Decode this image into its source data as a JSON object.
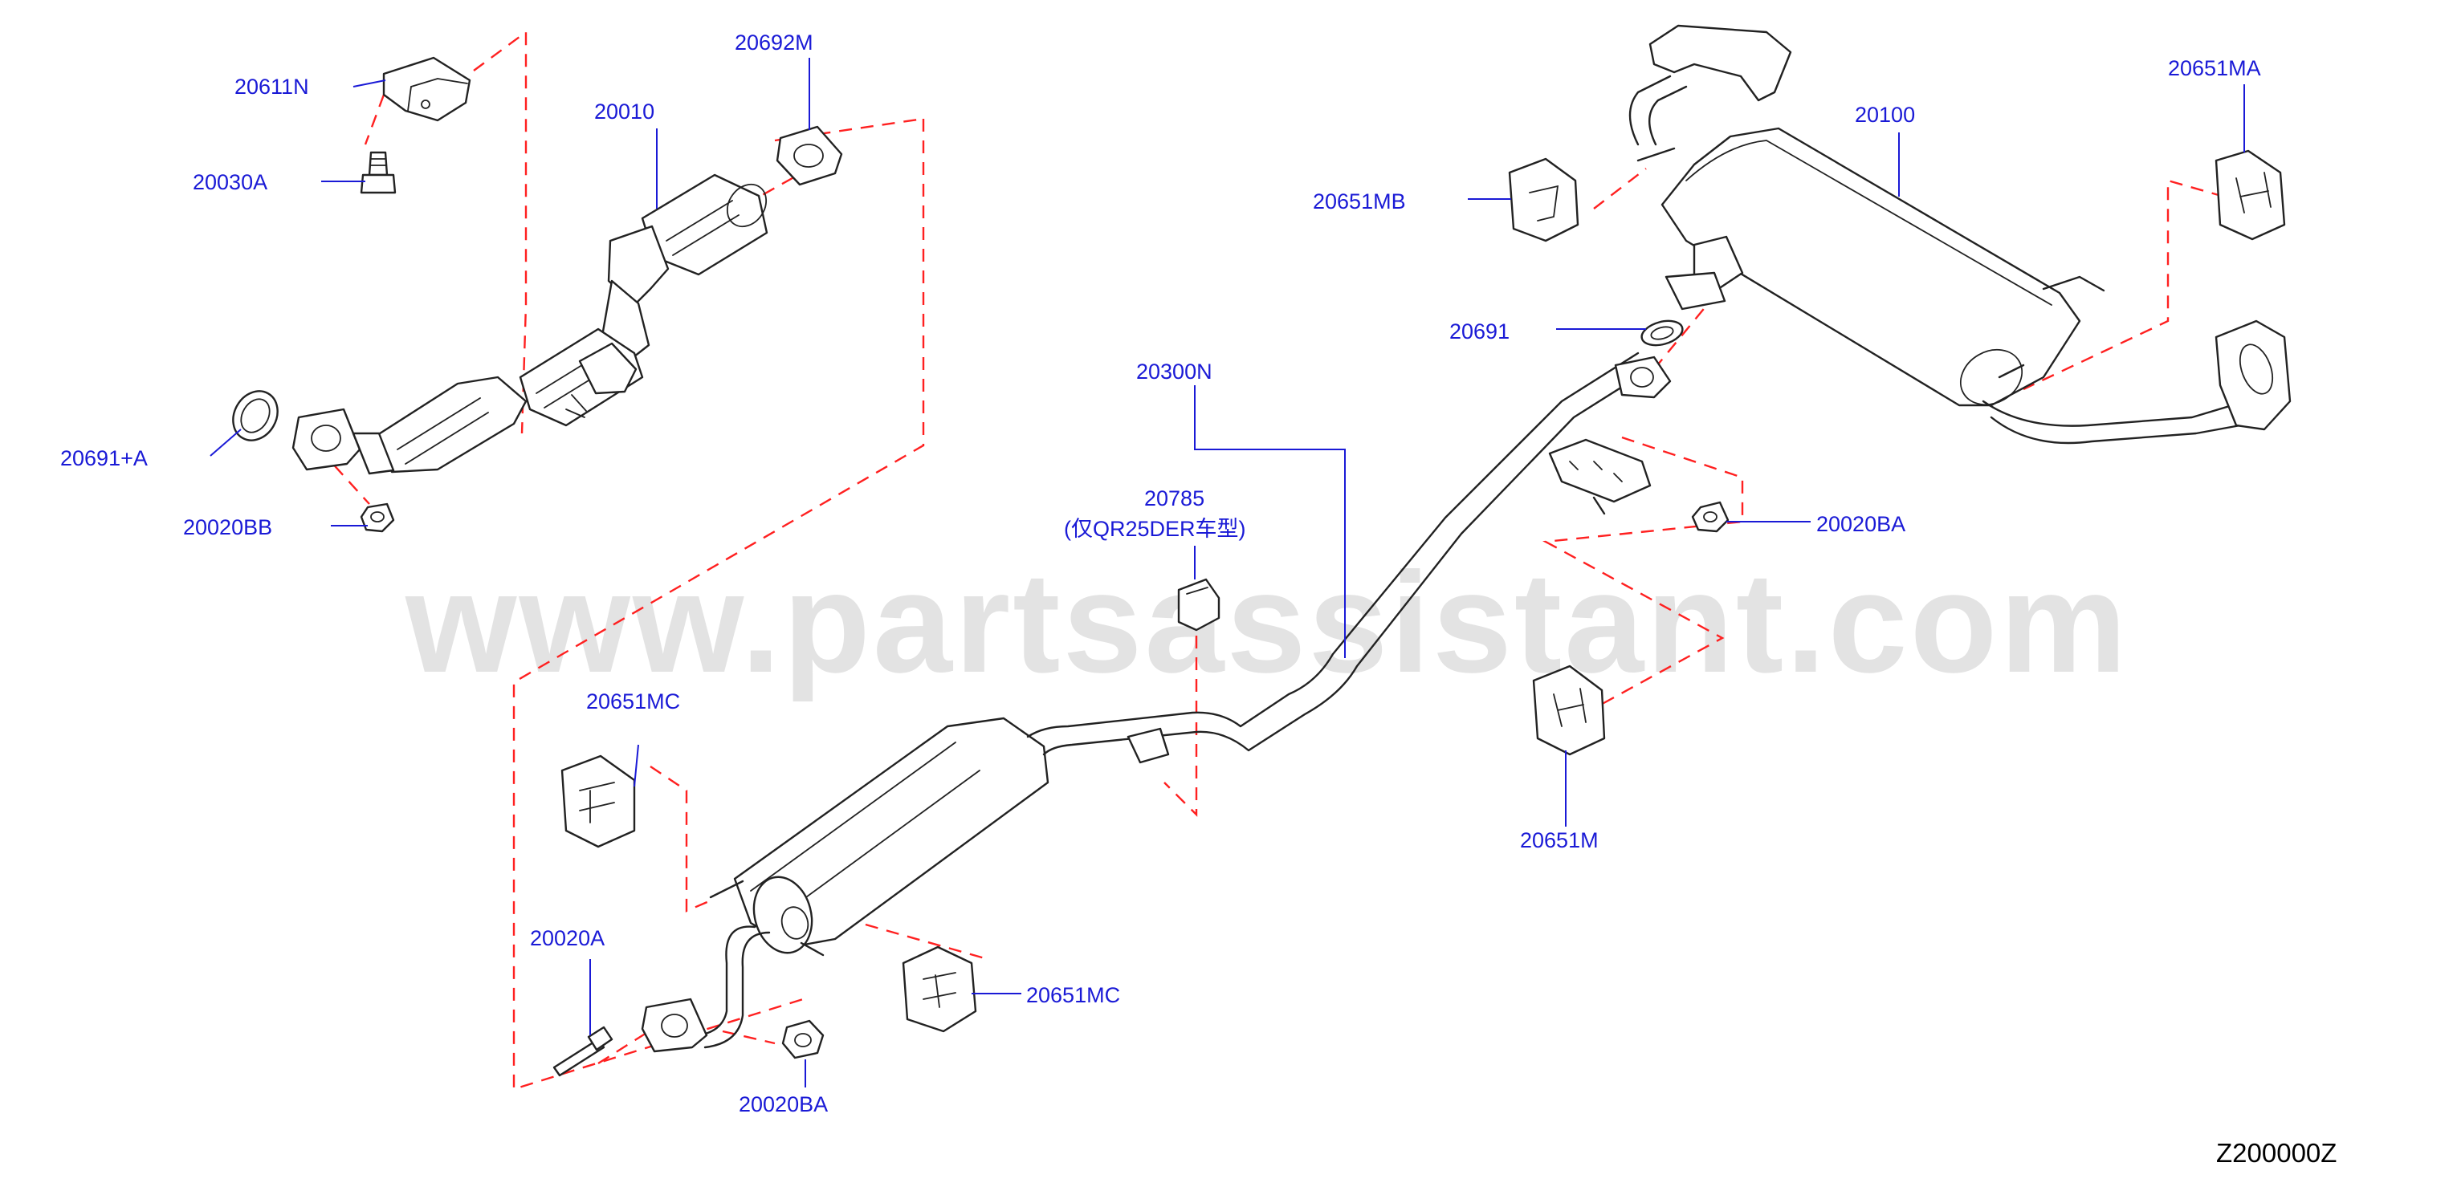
{
  "colors": {
    "label": "#1a1ad6",
    "leader": "#1a1ad6",
    "assembly_dash": "#ff2020",
    "outline": "#222222",
    "watermark": "#9a9a9a"
  },
  "watermark": "www.partsassistant.com",
  "diagram_code": "Z200000Z",
  "labels": {
    "p20611N": "20611N",
    "p20030A": "20030A",
    "p20010": "20010",
    "p20692M": "20692M",
    "p20691A": "20691+A",
    "p20020BB": "20020BB",
    "p20100": "20100",
    "p20651MA": "20651MA",
    "p20651MB": "20651MB",
    "p20691": "20691",
    "p20300N": "20300N",
    "p20785": "20785",
    "p20785_note": "(仅QR25DER车型)",
    "p20020BA_r": "20020BA",
    "p20651M": "20651M",
    "p20651MC_l": "20651MC",
    "p20020A": "20020A",
    "p20651MC_b": "20651MC",
    "p20020BA_b": "20020BA"
  }
}
